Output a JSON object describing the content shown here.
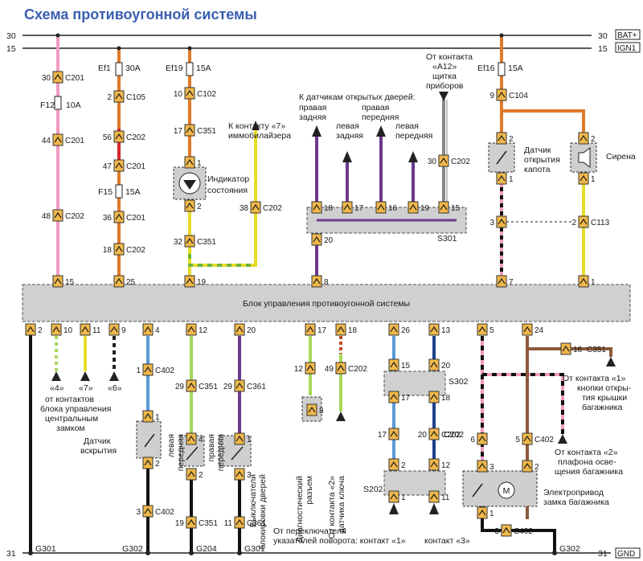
{
  "title": "Схема противоугонной системы",
  "rails": {
    "r30": {
      "left": "30",
      "right": "30",
      "tag": "BAT+"
    },
    "r15": {
      "left": "15",
      "right": "15",
      "tag": "IGN1"
    },
    "r31": {
      "left": "31",
      "right": "31",
      "tag": "GND"
    }
  },
  "control_unit": {
    "label": "Блок управления противоугонной системы"
  },
  "labels": {
    "motor": "M"
  },
  "connectors": [
    {
      "id": "c201-30",
      "num": "30",
      "code": "C201"
    },
    {
      "id": "c201-44",
      "num": "44",
      "code": "C201"
    },
    {
      "id": "c202-48",
      "num": "48",
      "code": "C202"
    },
    {
      "id": "cu-15",
      "num": "15",
      "code": ""
    },
    {
      "id": "c105-2",
      "num": "2",
      "code": "C105"
    },
    {
      "id": "c202-56",
      "num": "56",
      "code": "C202"
    },
    {
      "id": "c201-47",
      "num": "47",
      "code": "C201"
    },
    {
      "id": "c201-36",
      "num": "36",
      "code": "C201"
    },
    {
      "id": "c202-18",
      "num": "18",
      "code": "C202"
    },
    {
      "id": "cu-25",
      "num": "25",
      "code": ""
    },
    {
      "id": "c102-10",
      "num": "10",
      "code": "C102"
    },
    {
      "id": "c351-17",
      "num": "17",
      "code": "C351"
    },
    {
      "id": "led-1",
      "num": "1",
      "code": ""
    },
    {
      "id": "led-2",
      "num": "2",
      "code": ""
    },
    {
      "id": "c351-32",
      "num": "32",
      "code": "C351"
    },
    {
      "id": "cu-19",
      "num": "19",
      "code": ""
    },
    {
      "id": "c202-38",
      "num": "38",
      "code": "C202"
    },
    {
      "id": "s301-18",
      "num": "18",
      "code": ""
    },
    {
      "id": "s301-17",
      "num": "17",
      "code": ""
    },
    {
      "id": "s301-16",
      "num": "16",
      "code": ""
    },
    {
      "id": "s301-19",
      "num": "19",
      "code": ""
    },
    {
      "id": "s301-15",
      "num": "15",
      "code": ""
    },
    {
      "id": "s301-20",
      "num": "20",
      "code": ""
    },
    {
      "id": "cu-8",
      "num": "8",
      "code": ""
    },
    {
      "id": "c202-30",
      "num": "30",
      "code": "C202"
    },
    {
      "id": "c104-9",
      "num": "9",
      "code": "C104"
    },
    {
      "id": "hood-2",
      "num": "2",
      "code": ""
    },
    {
      "id": "hood-1",
      "num": "1",
      "code": ""
    },
    {
      "id": "hood-3",
      "num": "3",
      "code": ""
    },
    {
      "id": "cu-7",
      "num": "7",
      "code": ""
    },
    {
      "id": "siren-2",
      "num": "2",
      "code": ""
    },
    {
      "id": "siren-1",
      "num": "1",
      "code": ""
    },
    {
      "id": "c113-2",
      "num": "2",
      "code": "C113"
    },
    {
      "id": "cu-1",
      "num": "1",
      "code": ""
    },
    {
      "id": "cu-2",
      "num": "2",
      "code": ""
    },
    {
      "id": "cu-10",
      "num": "10",
      "code": ""
    },
    {
      "id": "cu-11",
      "num": "11",
      "code": ""
    },
    {
      "id": "cu-9",
      "num": "9",
      "code": ""
    },
    {
      "id": "cu-4",
      "num": "4",
      "code": ""
    },
    {
      "id": "c402-1",
      "num": "1",
      "code": "C402"
    },
    {
      "id": "sens-1",
      "num": "1",
      "code": ""
    },
    {
      "id": "sens-2",
      "num": "2",
      "code": ""
    },
    {
      "id": "c402-3",
      "num": "3",
      "code": "C402"
    },
    {
      "id": "cu-12",
      "num": "12",
      "code": ""
    },
    {
      "id": "c351-29a",
      "num": "29",
      "code": "C351"
    },
    {
      "id": "lf-4",
      "num": "4",
      "code": ""
    },
    {
      "id": "lf-2",
      "num": "2",
      "code": ""
    },
    {
      "id": "c351-19",
      "num": "19",
      "code": "C351"
    },
    {
      "id": "cu-20",
      "num": "20",
      "code": ""
    },
    {
      "id": "c361-29",
      "num": "29",
      "code": "C361"
    },
    {
      "id": "rf-1",
      "num": "1",
      "code": ""
    },
    {
      "id": "rf-3",
      "num": "3",
      "code": ""
    },
    {
      "id": "c361-11",
      "num": "11",
      "code": "C361"
    },
    {
      "id": "cu-17",
      "num": "17",
      "code": ""
    },
    {
      "id": "diag-12",
      "num": "12",
      "code": ""
    },
    {
      "id": "diag-8",
      "num": "8",
      "code": ""
    },
    {
      "id": "cu-18",
      "num": "18",
      "code": ""
    },
    {
      "id": "c202-49",
      "num": "49",
      "code": "C202"
    },
    {
      "id": "cu-26",
      "num": "26",
      "code": ""
    },
    {
      "id": "s302-15",
      "num": "15",
      "code": ""
    },
    {
      "id": "s302-17",
      "num": "17",
      "code": ""
    },
    {
      "id": "c202-17",
      "num": "17",
      "code": ""
    },
    {
      "id": "s202-2",
      "num": "2",
      "code": ""
    },
    {
      "id": "s202-1",
      "num": "1",
      "code": ""
    },
    {
      "id": "cu-13",
      "num": "13",
      "code": ""
    },
    {
      "id": "s302-20",
      "num": "20",
      "code": ""
    },
    {
      "id": "s302-18",
      "num": "18",
      "code": ""
    },
    {
      "id": "c202-20",
      "num": "20",
      "code": "C202"
    },
    {
      "id": "s202-12",
      "num": "12",
      "code": ""
    },
    {
      "id": "s202-11",
      "num": "11",
      "code": ""
    },
    {
      "id": "cu-5",
      "num": "5",
      "code": ""
    },
    {
      "id": "c402-6",
      "num": "6",
      "code": ""
    },
    {
      "id": "act-3",
      "num": "3",
      "code": ""
    },
    {
      "id": "act-1",
      "num": "1",
      "code": ""
    },
    {
      "id": "c402-3b",
      "num": "3",
      "code": "C402"
    },
    {
      "id": "cu-24",
      "num": "24",
      "code": ""
    },
    {
      "id": "c402-5",
      "num": "5",
      "code": "C402"
    },
    {
      "id": "act-2",
      "num": "2",
      "code": ""
    },
    {
      "id": "c351-16",
      "num": "16",
      "code": "C351"
    }
  ],
  "texts": [
    {
      "id": "f12",
      "text": "F12"
    },
    {
      "id": "f12-amp",
      "text": "10A"
    },
    {
      "id": "ef1",
      "text": "Ef1"
    },
    {
      "id": "ef1-amp",
      "text": "30A"
    },
    {
      "id": "f15",
      "text": "F15"
    },
    {
      "id": "f15-amp",
      "text": "15A"
    },
    {
      "id": "ef19",
      "text": "Ef19"
    },
    {
      "id": "ef19-amp",
      "text": "15A"
    },
    {
      "id": "ef16",
      "text": "Ef16"
    },
    {
      "id": "ef16-amp",
      "text": "15A"
    },
    {
      "id": "indicator-1",
      "text": "Индикатор"
    },
    {
      "id": "indicator-2",
      "text": "состояния"
    },
    {
      "id": "immo-1",
      "text": "К контакту «7»"
    },
    {
      "id": "immo-2",
      "text": "иммобилайзера"
    },
    {
      "id": "doors-head",
      "text": "К датчикам открытых дверей:"
    },
    {
      "id": "rr-1",
      "text": "правая"
    },
    {
      "id": "rr-2",
      "text": "задняя"
    },
    {
      "id": "lr-1",
      "text": "левая"
    },
    {
      "id": "lr-2",
      "text": "задняя"
    },
    {
      "id": "rf-1",
      "text": "правая"
    },
    {
      "id": "rf-2",
      "text": "передняя"
    },
    {
      "id": "lf-1",
      "text": "левая"
    },
    {
      "id": "lf-2",
      "text": "передняя"
    },
    {
      "id": "a12-1",
      "text": "От контакта"
    },
    {
      "id": "a12-2",
      "text": "«А12»"
    },
    {
      "id": "a12-3",
      "text": "щитка"
    },
    {
      "id": "a12-4",
      "text": "приборов"
    },
    {
      "id": "s301",
      "text": "S301"
    },
    {
      "id": "hood-1",
      "text": "Датчик"
    },
    {
      "id": "hood-2",
      "text": "открытия"
    },
    {
      "id": "hood-3",
      "text": "капота"
    },
    {
      "id": "siren",
      "text": "Сирена"
    },
    {
      "id": "q4",
      "text": "«4»"
    },
    {
      "id": "q7",
      "text": "«7»"
    },
    {
      "id": "q6",
      "text": "«6»"
    },
    {
      "id": "cl-1",
      "text": "от контактов"
    },
    {
      "id": "cl-2",
      "text": "блока управления"
    },
    {
      "id": "cl-3",
      "text": "центральным"
    },
    {
      "id": "cl-4",
      "text": "замком"
    },
    {
      "id": "os-1",
      "text": "Датчик"
    },
    {
      "id": "os-2",
      "text": "вскрытия"
    },
    {
      "id": "lf-v1",
      "text": "левая"
    },
    {
      "id": "lf-v2",
      "text": "передняя"
    },
    {
      "id": "rf-v1",
      "text": "правая"
    },
    {
      "id": "rf-v2",
      "text": "передняя"
    },
    {
      "id": "lock-v1",
      "text": "Выключатели"
    },
    {
      "id": "lock-v2",
      "text": "блокировки дверей"
    },
    {
      "id": "diag-v1",
      "text": "Диагностический"
    },
    {
      "id": "diag-v2",
      "text": "разъем"
    },
    {
      "id": "key-v1",
      "text": "От контакта «2»"
    },
    {
      "id": "key-v2",
      "text": "датчика ключа"
    },
    {
      "id": "s302",
      "text": "S302"
    },
    {
      "id": "s202",
      "text": "S202"
    },
    {
      "id": "c202-lbl",
      "text": "C202"
    },
    {
      "id": "tb-1",
      "text": "От контакта «1»"
    },
    {
      "id": "tb-2",
      "text": "кнопки откры-"
    },
    {
      "id": "tb-3",
      "text": "тия крышки"
    },
    {
      "id": "tb-4",
      "text": "багажника"
    },
    {
      "id": "tl-1",
      "text": "От контакта «2»"
    },
    {
      "id": "tl-2",
      "text": "плафона осве-"
    },
    {
      "id": "tl-3",
      "text": "щения багажника"
    },
    {
      "id": "act-1",
      "text": "Электропривод"
    },
    {
      "id": "act-2",
      "text": "замка багажника"
    },
    {
      "id": "turn-1",
      "text": "От переключателя"
    },
    {
      "id": "turn-2",
      "text": "указателей поворота: контакт «1»"
    },
    {
      "id": "turn-3",
      "text": "контакт «3»"
    },
    {
      "id": "g301",
      "text": "G301"
    },
    {
      "id": "g302",
      "text": "G302"
    },
    {
      "id": "g204",
      "text": "G204"
    },
    {
      "id": "g301b",
      "text": "G301"
    },
    {
      "id": "g302b",
      "text": "G302"
    }
  ]
}
